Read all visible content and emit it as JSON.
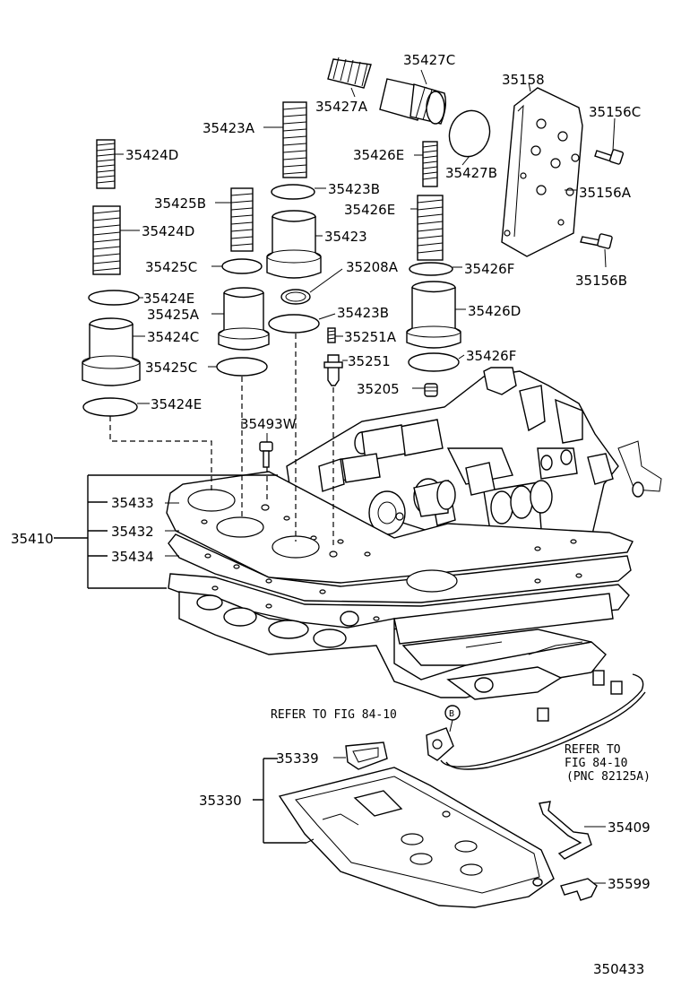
{
  "labels": {
    "p35427C": "35427C",
    "p35427A": "35427A",
    "p35158": "35158",
    "p35156C": "35156C",
    "p35423A": "35423A",
    "p35426E_a": "35426E",
    "p35427B": "35427B",
    "p35424D_a": "35424D",
    "p35423B_a": "35423B",
    "p35156A": "35156A",
    "p35425B": "35425B",
    "p35426E_b": "35426E",
    "p35423": "35423",
    "p35424D_b": "35424D",
    "p35425C_a": "35425C",
    "p35208A": "35208A",
    "p35426F_a": "35426F",
    "p35156B": "35156B",
    "p35424E_a": "35424E",
    "p35425A": "35425A",
    "p35423B_b": "35423B",
    "p35426D": "35426D",
    "p35424C": "35424C",
    "p35251A": "35251A",
    "p35425C_b": "35425C",
    "p35251": "35251",
    "p35426F_b": "35426F",
    "p35205": "35205",
    "p35424E_b": "35424E",
    "p35493W": "35493W",
    "p35433": "35433",
    "p35410": "35410",
    "p35432": "35432",
    "p35434": "35434",
    "p35339": "35339",
    "p35330": "35330",
    "p35409": "35409",
    "p35599": "35599"
  },
  "notes": {
    "refer_left": "REFER TO FIG 84-10",
    "marker_b": "B",
    "refer_right_1": "REFER TO",
    "refer_right_2": "FIG 84-10",
    "refer_right_3": "(PNC 82125A)"
  },
  "figure_number": "350433"
}
